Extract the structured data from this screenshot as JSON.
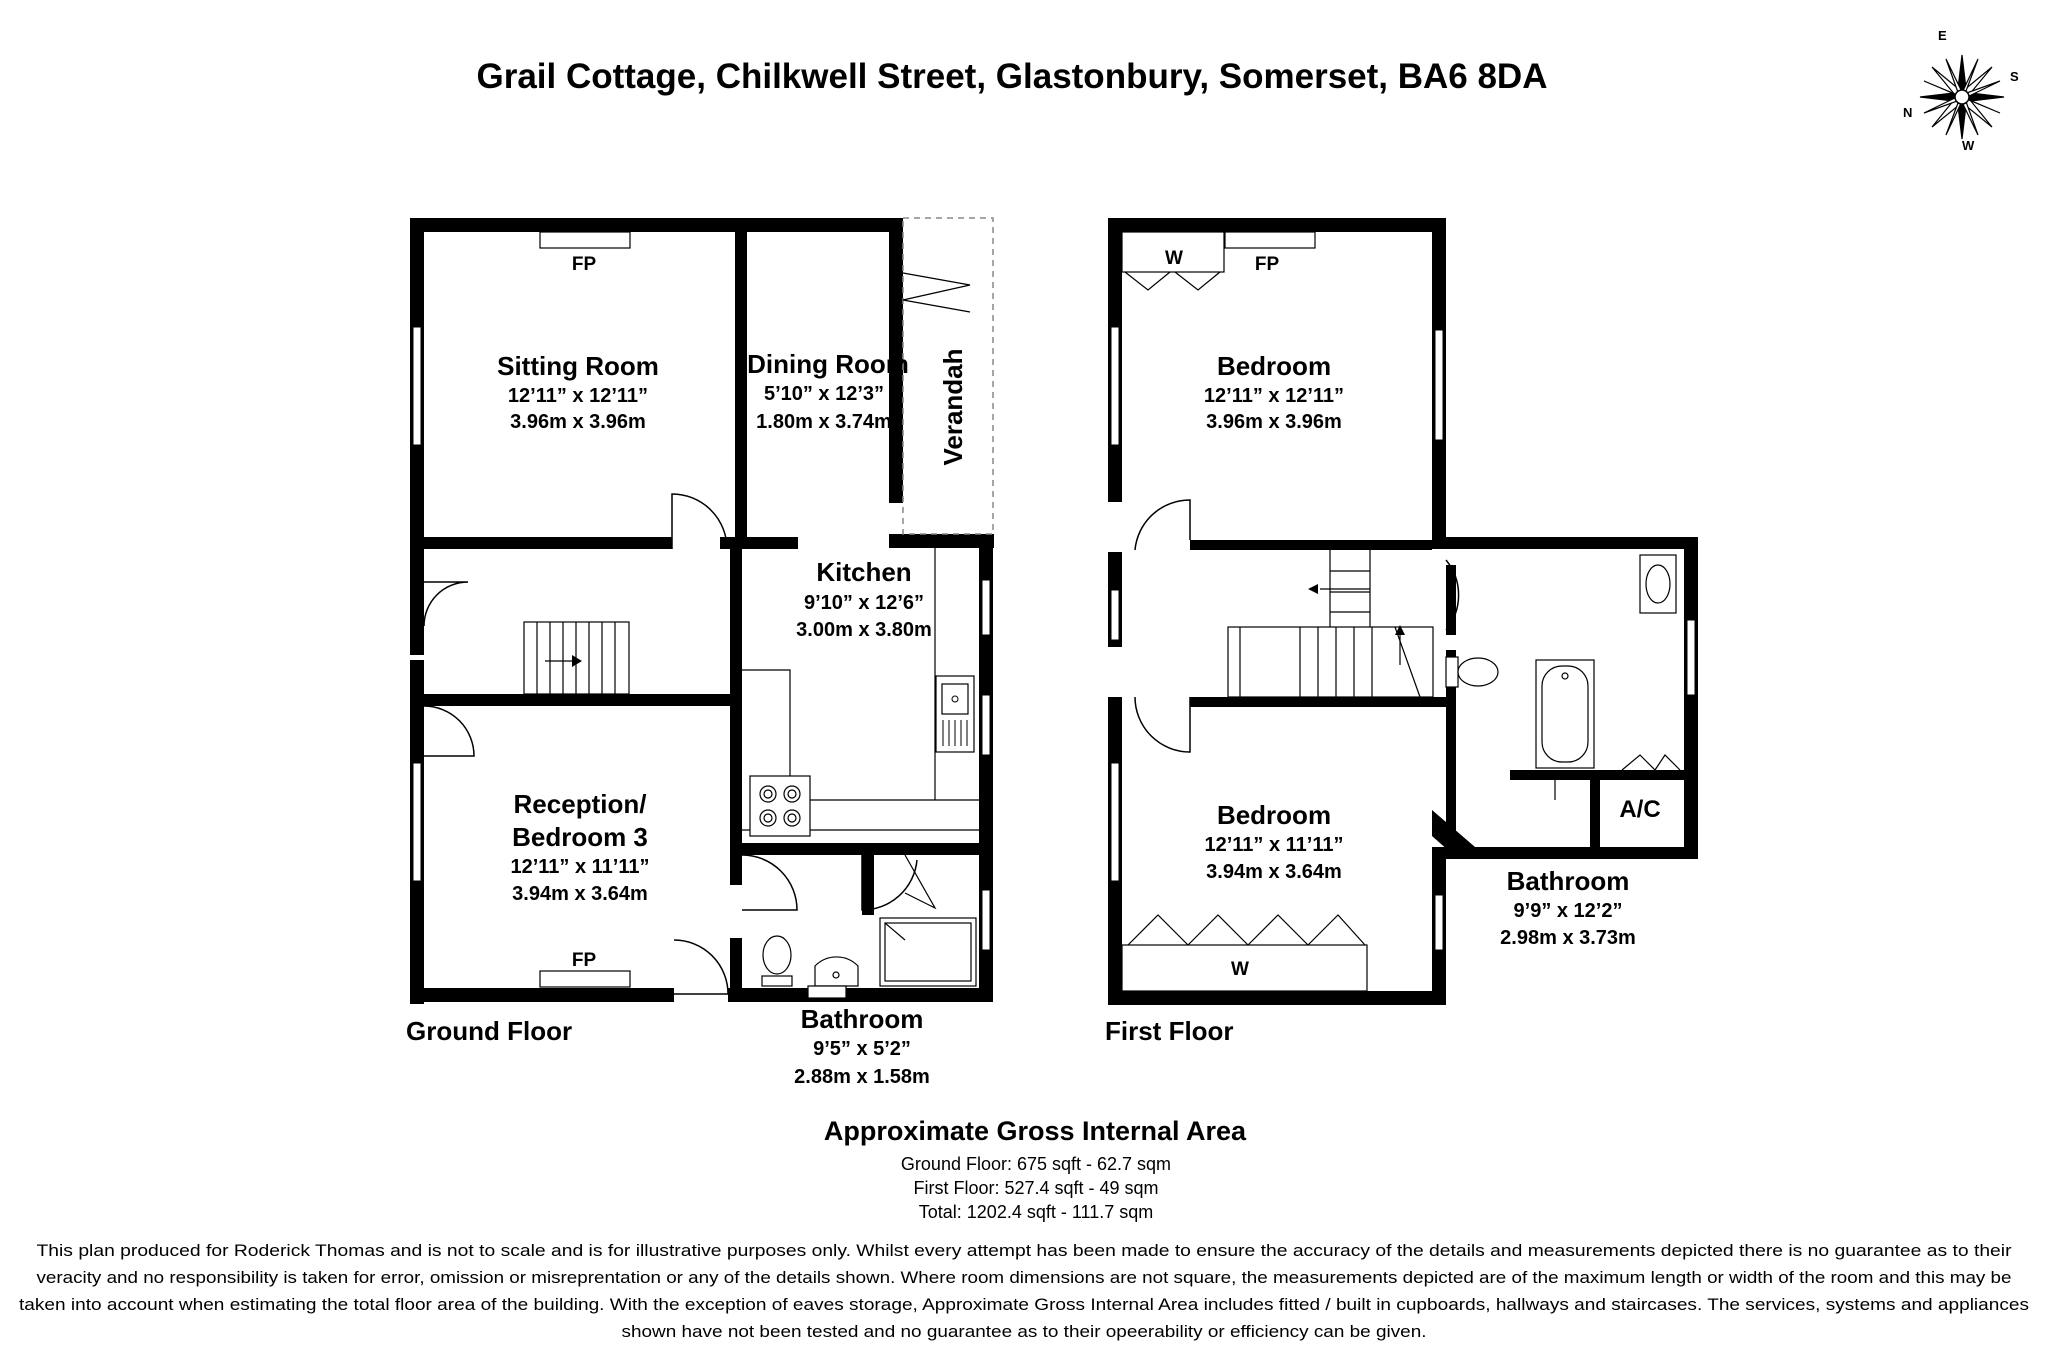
{
  "title": "Grail Cottage, Chilkwell Street, Glastonbury, Somerset, BA6 8DA",
  "compass": {
    "n": "N",
    "e": "E",
    "s": "S",
    "w": "W"
  },
  "ground_floor": {
    "label": "Ground Floor",
    "sitting_room": {
      "name": "Sitting Room",
      "imperial": "12’11” x 12’11”",
      "metric": "3.96m x 3.96m",
      "fp": "FP"
    },
    "dining_room": {
      "name": "Dining Room",
      "imperial": "5’10” x 12’3”",
      "metric": "1.80m x 3.74m"
    },
    "verandah": "Verandah",
    "kitchen": {
      "name": "Kitchen",
      "imperial": "9’10” x 12’6”",
      "metric": "3.00m x 3.80m"
    },
    "reception": {
      "name_line1": "Reception/",
      "name_line2": "Bedroom 3",
      "imperial": "12’11” x 11’11”",
      "metric": "3.94m x 3.64m",
      "fp": "FP"
    },
    "bathroom": {
      "name": "Bathroom",
      "imperial": "9’5” x 5’2”",
      "metric": "2.88m x 1.58m"
    }
  },
  "first_floor": {
    "label": "First Floor",
    "bedroom_front": {
      "name": "Bedroom",
      "imperial": "12’11” x 12’11”",
      "metric": "3.96m x 3.96m",
      "fp": "FP",
      "w": "W"
    },
    "bedroom_rear": {
      "name": "Bedroom",
      "imperial": "12’11” x 11’11”",
      "metric": "3.94m x 3.64m",
      "w": "W"
    },
    "bathroom": {
      "name": "Bathroom",
      "imperial": "9’9” x 12’2”",
      "metric": "2.98m x 3.73m",
      "ac": "A/C"
    }
  },
  "area": {
    "heading": "Approximate Gross Internal Area",
    "ground": "Ground Floor: 675 sqft - 62.7 sqm",
    "first": "First Floor: 527.4 sqft - 49 sqm",
    "total": "Total: 1202.4 sqft - 111.7 sqm"
  },
  "disclaimer": {
    "line1": "This plan produced for Roderick Thomas and is not to scale and is for illustrative purposes only.  Whilst every attempt has been made to ensure the accuracy of the details and measurements depicted there is no guarantee as to their",
    "line2": "veracity and no responsibility is taken for error, omission or misreprentation or any of the details shown.  Where room dimensions are not square, the measurements depicted are of the maximum length or width of the room and this may be",
    "line3": "taken into account when estimating the total floor area of the building.  With the exception of eaves storage, Approximate Gross Internal Area includes fitted / built in cupboards, hallways and staircases.  The services, systems and appliances",
    "line4": "shown have not been tested and no guarantee as to their opeerability or efficiency can be given."
  }
}
